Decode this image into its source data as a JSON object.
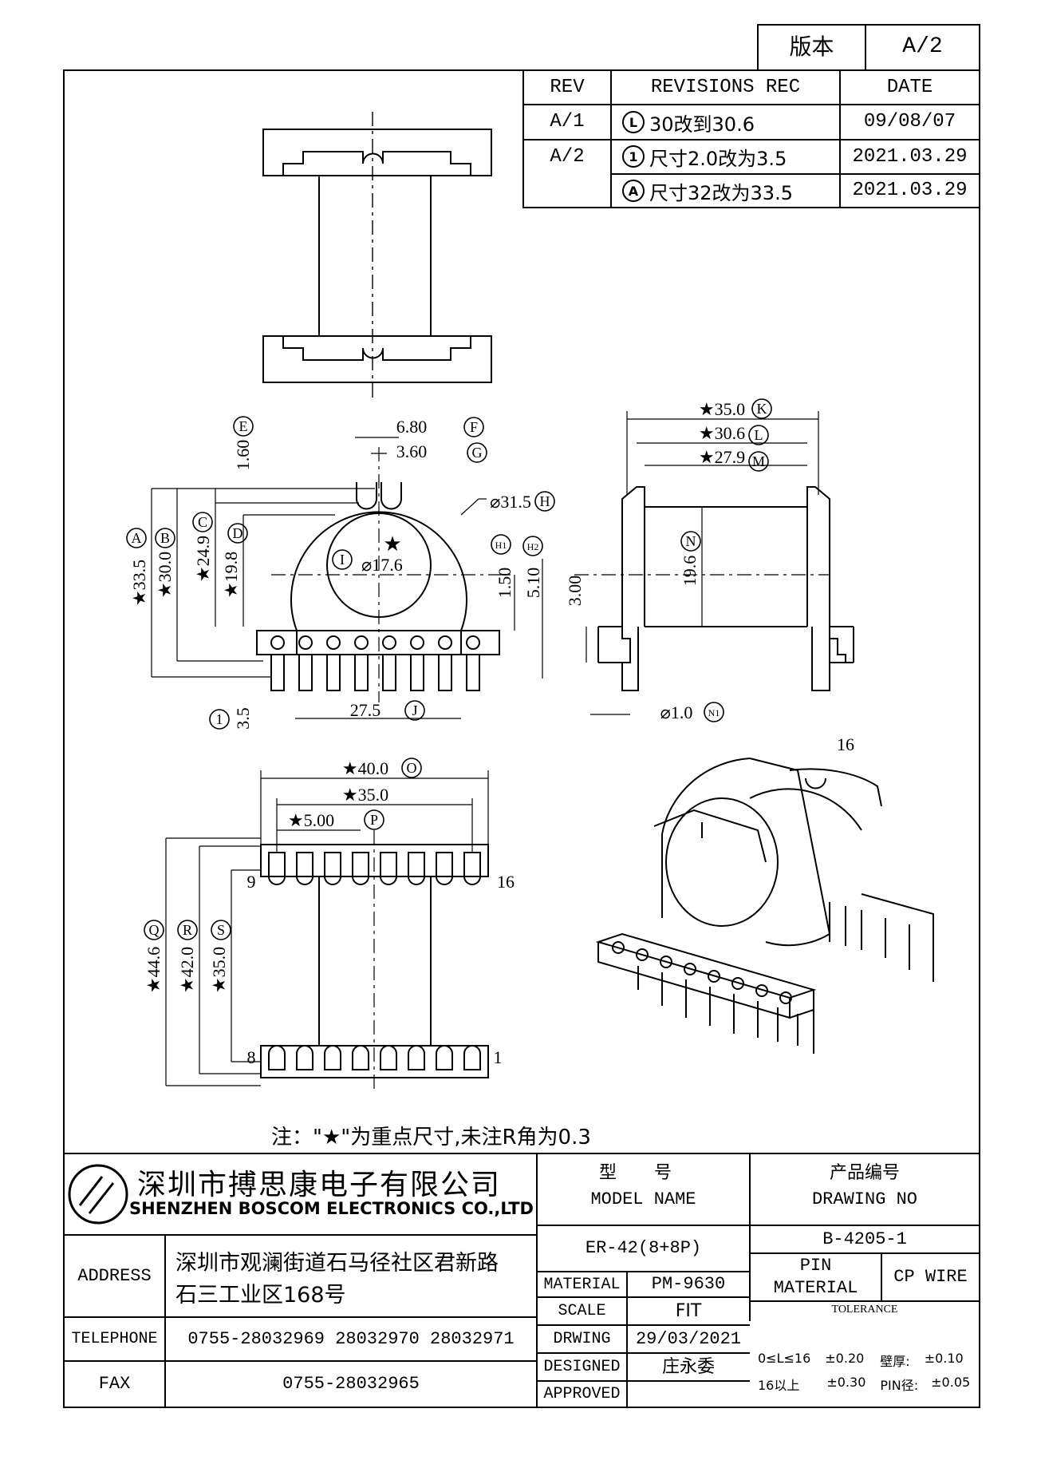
{
  "version_box": {
    "label": "版本",
    "value": "A/2"
  },
  "revisions": {
    "headers": {
      "rev": "REV",
      "rec": "REVISIONS REC",
      "date": "DATE"
    },
    "rows": [
      {
        "rev": "A/1",
        "mark": "L",
        "text": "30改到30.6",
        "date": "09/08/07"
      },
      {
        "rev": "A/2",
        "mark": "1",
        "text": "尺寸2.0改为3.5",
        "date": "2021.03.29"
      },
      {
        "rev": "",
        "mark": "A",
        "text": "尺寸32改为33.5",
        "date": "2021.03.29"
      }
    ]
  },
  "dimensions": {
    "side": {
      "E": {
        "value": "1.60",
        "mark": "E"
      },
      "F": {
        "value": "6.80",
        "mark": "F"
      },
      "G": {
        "value": "3.60",
        "mark": "G"
      },
      "H": {
        "value": "⌀31.5",
        "mark": "H"
      },
      "A": {
        "value": "★33.5",
        "mark": "A"
      },
      "B": {
        "value": "★30.0",
        "mark": "B"
      },
      "C": {
        "value": "★24.9",
        "mark": "C"
      },
      "D": {
        "value": "★19.8",
        "mark": "D"
      },
      "I": {
        "value": "⌀17.6",
        "mark": "I"
      },
      "H1": {
        "value": "1.50",
        "mark": "H1"
      },
      "H2": {
        "value": "5.10",
        "mark": "H2"
      },
      "J": {
        "value": "27.5",
        "mark": "J"
      },
      "one": {
        "value": "3.5",
        "mark": "1"
      }
    },
    "front": {
      "K": {
        "value": "★35.0",
        "mark": "K"
      },
      "L": {
        "value": "★30.6",
        "mark": "L"
      },
      "M": {
        "value": "★27.9",
        "mark": "M"
      },
      "N": {
        "value": "19.6",
        "mark": "N"
      },
      "three": {
        "value": "3.00"
      },
      "N1": {
        "value": "⌀1.0",
        "mark": "N1"
      }
    },
    "bottom": {
      "O": {
        "value": "★40.0",
        "mark": "O"
      },
      "total35": {
        "value": "★35.0"
      },
      "P": {
        "value": "★5.00",
        "mark": "P"
      },
      "Q": {
        "value": "★44.6",
        "mark": "Q"
      },
      "R": {
        "value": "★42.0",
        "mark": "R"
      },
      "S": {
        "value": "★35.0",
        "mark": "S"
      },
      "pins": {
        "p9": "9",
        "p16": "16",
        "p8": "8",
        "p1": "1"
      }
    }
  },
  "note": "注：\"★\"为重点尺寸,未注R角为0.3",
  "title_block": {
    "company_cn": "深圳市搏思康电子有限公司",
    "company_en": "SHENZHEN BOSCOM ELECTRONICS CO.,LTD",
    "model_label_cn": "型 号",
    "model_label_en": "MODEL NAME",
    "drawing_label_cn": "产品编号",
    "drawing_label_en": "DRAWING NO",
    "model_value": "ER-42(8+8P)",
    "drawing_value": "B-4205-1",
    "address_label": "ADDRESS",
    "address_line1": "深圳市观澜街道石马径社区君新路",
    "address_line2": "石三工业区168号",
    "telephone_label": "TELEPHONE",
    "telephone_value": "0755-28032969 28032970 28032971",
    "fax_label": "FAX",
    "fax_value": "0755-28032965",
    "material_label": "MATERIAL",
    "material_value": "PM-9630",
    "scale_label": "SCALE",
    "scale_value": "FIT",
    "drwing_label": "DRWING",
    "drwing_value": "29/03/2021",
    "designed_label": "DESIGNED",
    "designed_value": "庄永委",
    "approved_label": "APPROVED",
    "approved_value": "",
    "pin_material_label_1": "PIN",
    "pin_material_label_2": "MATERIAL",
    "pin_material_value": "CP WIRE",
    "tolerance_label": "TOLERANCE",
    "tol_row1_a": "0≤L≤16",
    "tol_row1_b": "±0.20",
    "tol_row1_c": "壁厚:",
    "tol_row1_d": "±0.10",
    "tol_row2_a": "16以上",
    "tol_row2_b": "±0.30",
    "tol_row2_c": "PIN径:",
    "tol_row2_d": "±0.05"
  }
}
